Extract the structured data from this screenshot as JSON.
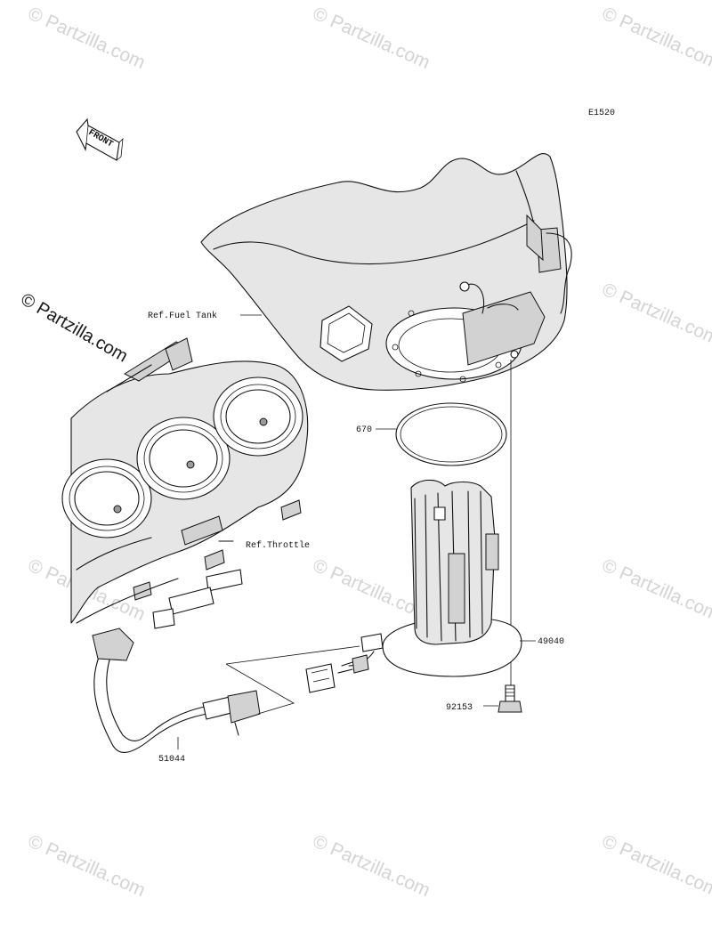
{
  "diagram": {
    "code": "E1520",
    "front_marker": "FRONT",
    "watermark_text": "© Partzilla.com",
    "labels": {
      "fuel_tank": "Ref.Fuel Tank",
      "throttle": "Ref.Throttle",
      "part_670": "670",
      "part_49040": "49040",
      "part_92153": "92153",
      "part_51044": "51044"
    }
  },
  "colors": {
    "line": "#111111",
    "shade_light": "#e6e6e6",
    "shade_mid": "#d2d2d2",
    "watermark": "#d4d4d4"
  }
}
